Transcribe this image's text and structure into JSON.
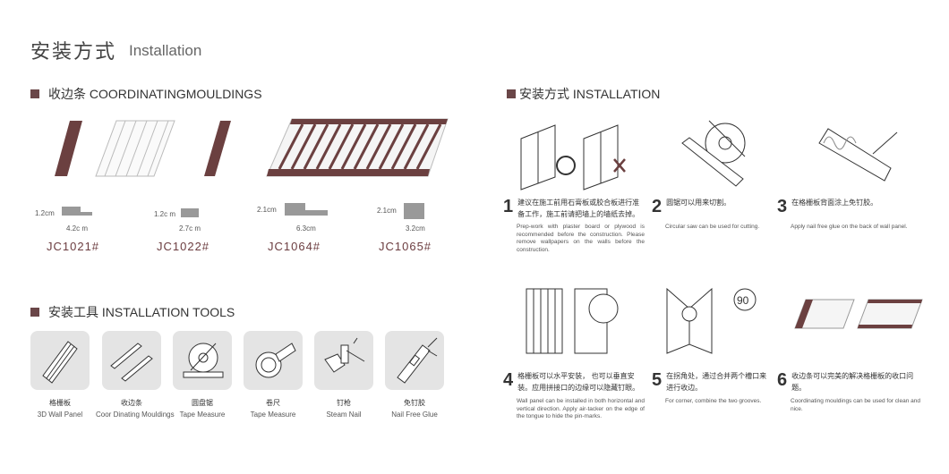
{
  "header": {
    "title_cn": "安装方式",
    "title_en": "Installation"
  },
  "mouldings": {
    "heading": "收边条 COORDINATINGMOULDINGS",
    "items": [
      {
        "code": "JC1021#",
        "height": "1.2cm",
        "width": "4.2c m"
      },
      {
        "code": "JC1022#",
        "height": "1.2c m",
        "width": "2.7c m"
      },
      {
        "code": "JC1064#",
        "height": "2.1cm",
        "width": "6.3cm"
      },
      {
        "code": "JC1065#",
        "height": "2.1cm",
        "width": "3.2cm"
      }
    ]
  },
  "tools": {
    "heading": "安装工具 INSTALLATION TOOLS",
    "items": [
      {
        "cn": "格栅板",
        "en": "3D Wall Panel",
        "icon": "wall-panel-icon"
      },
      {
        "cn": "收边条",
        "en": "Coor Dinating Mouldings",
        "icon": "moulding-icon"
      },
      {
        "cn": "圆盘锯",
        "en": "Tape Measure",
        "icon": "circular-saw-icon"
      },
      {
        "cn": "卷尺",
        "en": "Tape Measure",
        "icon": "tape-measure-icon"
      },
      {
        "cn": "钉枪",
        "en": "Steam Nail",
        "icon": "nail-gun-icon"
      },
      {
        "cn": "免钉胶",
        "en": "Nail Free Glue",
        "icon": "glue-gun-icon"
      }
    ]
  },
  "installation": {
    "heading": "安装方式 INSTALLATION",
    "angle_label": "90",
    "steps": [
      {
        "num": "1",
        "cn": "建议在施工前用石膏板或胶合板进行准备工作，施工前请把墙上的墙纸去掉。",
        "en": "Prep-work with plaster board or plywood is recommended before the construction. Please remove wallpapers on the walls before the construction."
      },
      {
        "num": "2",
        "cn": "圆锯可以用来切割。",
        "en": "Circular saw can be used for cutting."
      },
      {
        "num": "3",
        "cn": "在格栅板背面涂上免钉胶。",
        "en": "Apply nail free glue on the back of wall panel."
      },
      {
        "num": "4",
        "cn": "格栅板可以水平安装， 也可以垂直安装。应用拼接口的边缘可以隐藏钉眼。",
        "en": "Wall panel can be installed in both horizontal and vertical direction. Apply air-tacker on the edge of the tongue to hide the pin-marks."
      },
      {
        "num": "5",
        "cn": "在拐角处，通过合并两个槽口来进行收边。",
        "en": "For corner, combine the two grooves."
      },
      {
        "num": "6",
        "cn": "收边条可以完美的解决格栅板的收口问题。",
        "en": "Coordinating mouldings can be used for clean and nice."
      }
    ]
  },
  "colors": {
    "accent": "#6a4648",
    "tile": "#e4e4e4",
    "wood": "#6b4040"
  }
}
